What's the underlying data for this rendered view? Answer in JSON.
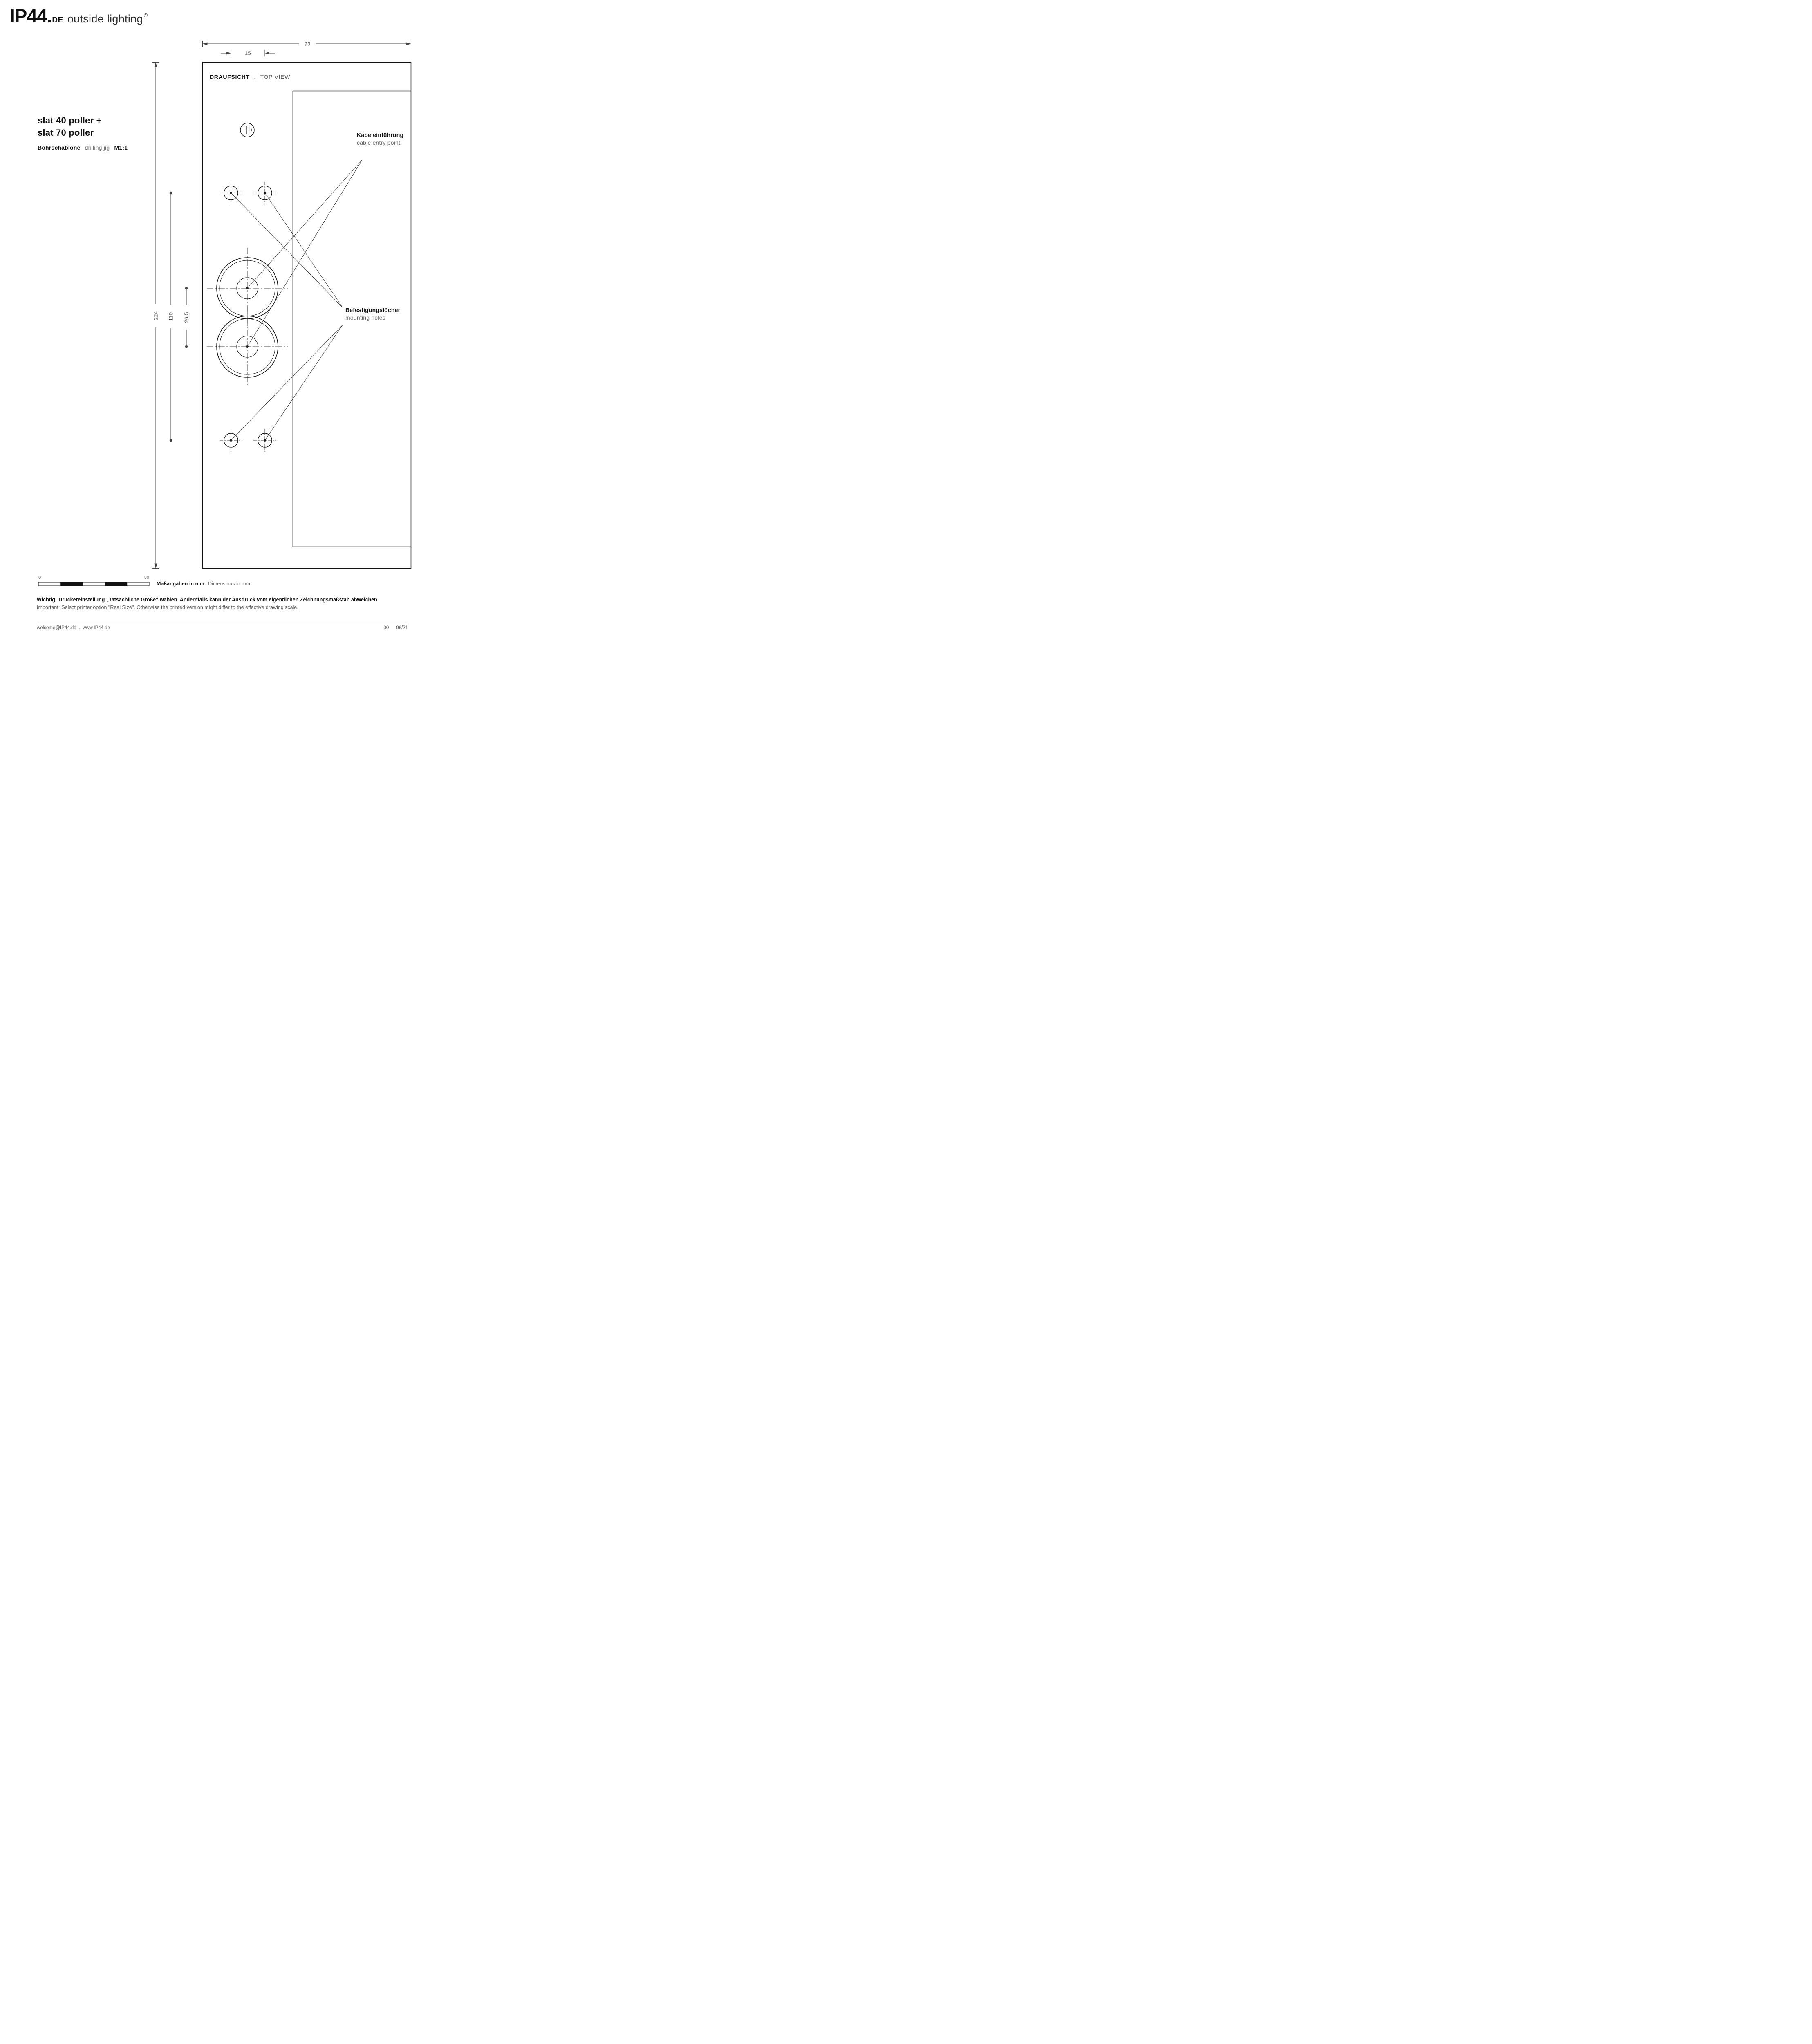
{
  "header": {
    "logo_main": "IP44.",
    "logo_de": "DE",
    "logo_tagline": "outside lighting",
    "logo_mark": "©"
  },
  "title_block": {
    "product_line1": "slat 40 poller +",
    "product_line2": "slat 70 poller",
    "doc_type_de": "Bohrschablone",
    "doc_type_en": "drilling jig",
    "scale": "M1:1"
  },
  "drawing": {
    "view_de": "DRAUFSICHT",
    "view_sep": ".",
    "view_en": "TOP VIEW",
    "dims": {
      "overall_width": "93",
      "hole_pitch": "15",
      "overall_height": "224",
      "hole_row_distance": "110",
      "circle_distance": "26,5"
    },
    "labels": {
      "cable_entry_de": "Kabeleinführung",
      "cable_entry_en": "cable entry point",
      "mounting_de": "Befestigungslöcher",
      "mounting_en": "mounting holes"
    }
  },
  "scale_bar": {
    "zero": "0",
    "fifty": "50"
  },
  "units_note": {
    "de": "Maßangaben in mm",
    "en": "Dimensions in mm"
  },
  "important_note": {
    "de_label": "Wichtig:",
    "de_text": "Druckereinstellung „Tatsächliche Größe“ wählen. Andernfalls kann der Ausdruck vom eigentlichen Zeichnungsmaßstab abweichen.",
    "en_label": "Important:",
    "en_text": "Select printer option \"Real Size\". Otherwise the printed version might differ to the effective drawing scale."
  },
  "footer": {
    "email": "welcome@IP44.de",
    "sep": ".",
    "website": "www.IP44.de",
    "edition": "00",
    "date": "06/21"
  }
}
